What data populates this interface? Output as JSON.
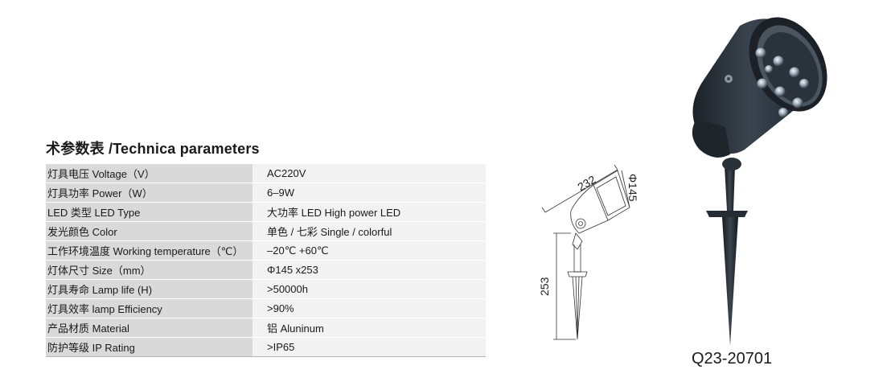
{
  "heading": "术参数表 /Technica parameters",
  "specs": [
    {
      "label": "灯具电压  Voltage（V）",
      "value": "AC220V"
    },
    {
      "label": "灯具功率  Power（W）",
      "value": "6–9W"
    },
    {
      "label": "LED 类型  LED Type",
      "value": "大功率 LED   High power LED"
    },
    {
      "label": "发光颜色  Color",
      "value": "单色 / 七彩   Single / colorful"
    },
    {
      "label": "工作环境温度 Working  temperature（℃）",
      "value": "–20℃ +60℃"
    },
    {
      "label": "灯体尺寸  Size（mm）",
      "value": "Φ145 x253"
    },
    {
      "label": "灯具寿命  Lamp life (H)",
      "value": ">50000h"
    },
    {
      "label": "灯具效率  lamp Efficiency",
      "value": ">90%"
    },
    {
      "label": "产品材质  Material",
      "value": "铝   Aluninum"
    },
    {
      "label": "防护等级  IP Rating",
      "value": ">IP65"
    }
  ],
  "drawing": {
    "dim_length": "232",
    "dim_diameter": "Φ145",
    "dim_height": "253"
  },
  "model": "Q23-20701"
}
